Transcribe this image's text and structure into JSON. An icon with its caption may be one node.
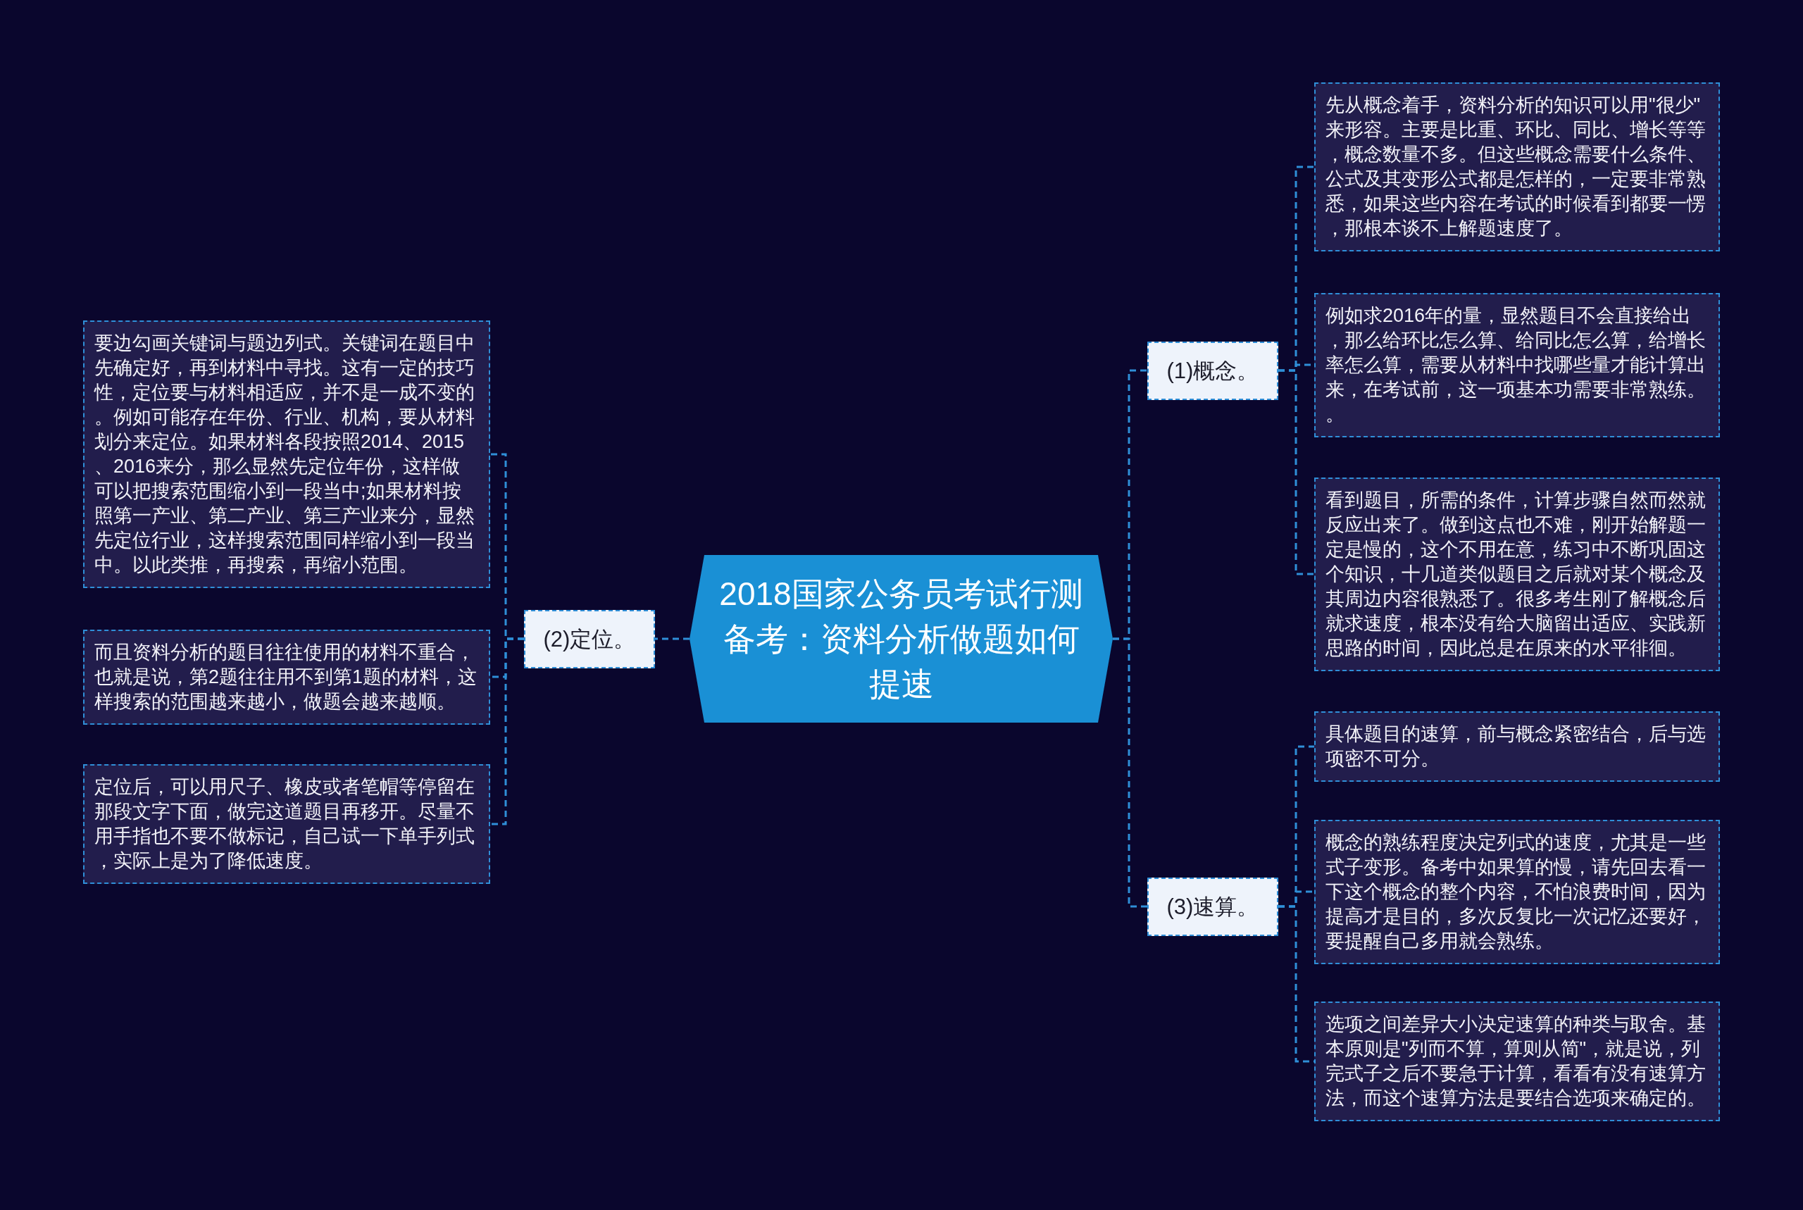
{
  "diagram": {
    "nodes": [
      {
        "text": [
          "2018国家公务员考试行测备考：资料分析做题如何提速"
        ]
      },
      {
        "text": [
          "(1)概念。"
        ]
      },
      {
        "text": [
          "先从概念着手，资料分析的知识可以用\"很少\"来形容。主要是比重、环比、同比、增长等等，概念数量不多。但这些概念需要什么条件、公式及其变形公式都是怎样的，一定要非常熟悉，如果这些内容在考试的时候看到都要一愣，那根本谈不上解题速度了。"
        ]
      },
      {
        "text": [
          "例如求2016年的量，显然题目不会直接给出，那么给环比怎么算、给同比怎么算，给增长率怎么算，需要从材料中找哪些量才能计算出来，在考试前，这一项基本功需要非常熟练。。"
        ]
      },
      {
        "text": [
          "看到题目，所需的条件，计算步骤自然而然就反应出来了。做到这点也不难，刚开始解题一定是慢的，这个不用在意，练习中不断巩固这个知识，十几道类似题目之后就对某个概念及其周边内容很熟悉了。很多考生刚了解概念后就求速度，根本没有给大脑留出适应、实践新思路的时间，因此总是在原来的水平徘徊。"
        ]
      },
      {
        "text": [
          "(2)定位。"
        ]
      },
      {
        "text": [
          "要边勾画关键词与题边列式。关键词在题目中先确定好，再到材料中寻找。这有一定的技巧性，定位要与材料相适应，并不是一成不变的。例如可能存在年份、行业、机构，要从材料划分来定位。如果材料各段按照2014、2015、2016来分，那么显然先定位年份，这样做可以把搜索范围缩小到一段当中;如果材料按照第一产业、第二产业、第三产业来分，显然先定位行业，这样搜索范围同样缩小到一段当中。以此类推，再搜索，再缩小范围。"
        ]
      },
      {
        "text": [
          "而且资料分析的题目往往使用的材料不重合，也就是说，第2题往往用不到第1题的材料，这样搜索的范围越来越小，做题会越来越顺。"
        ]
      },
      {
        "text": [
          "定位后，可以用尺子、橡皮或者笔帽等停留在那段文字下面，做完这道题目再移开。尽量不用手指也不要不做标记，自己试一下单手列式，实际上是为了降低速度。"
        ]
      },
      {
        "text": [
          "(3)速算。"
        ]
      },
      {
        "text": [
          "具体题目的速算，前与概念紧密结合，后与选项密不可分。"
        ]
      },
      {
        "text": [
          "概念的熟练程度决定列式的速度，尤其是一些式子变形。备考中如果算的慢，请先回去看一下这个概念的整个内容，不怕浪费时间，因为提高才是目的，多次反复比一次记忆还要好，要提醒自己多用就会熟练。"
        ]
      },
      {
        "text": [
          "选项之间差异大小决定速算的种类与取舍。基本原则是\"列而不算，算则从简\"，就是说，列完式子之后不要急于计算，看看有没有速算方法，而这个速算方法是要结合选项来确定的。"
        ]
      }
    ],
    "edges": [
      {
        "from": 0,
        "to": 1,
        "arrow": "none"
      },
      {
        "from": 1,
        "to": 2,
        "arrow": "none"
      },
      {
        "from": 1,
        "to": 3,
        "arrow": "none"
      },
      {
        "from": 1,
        "to": 4,
        "arrow": "none"
      },
      {
        "from": 0,
        "to": 5,
        "arrow": "none"
      },
      {
        "from": 5,
        "to": 6,
        "arrow": "none"
      },
      {
        "from": 5,
        "to": 7,
        "arrow": "none"
      },
      {
        "from": 5,
        "to": 8,
        "arrow": "none"
      },
      {
        "from": 0,
        "to": 9,
        "arrow": "none"
      },
      {
        "from": 9,
        "to": 10,
        "arrow": "none"
      },
      {
        "from": 9,
        "to": 11,
        "arrow": "none"
      },
      {
        "from": 9,
        "to": 12,
        "arrow": "none"
      }
    ]
  }
}
